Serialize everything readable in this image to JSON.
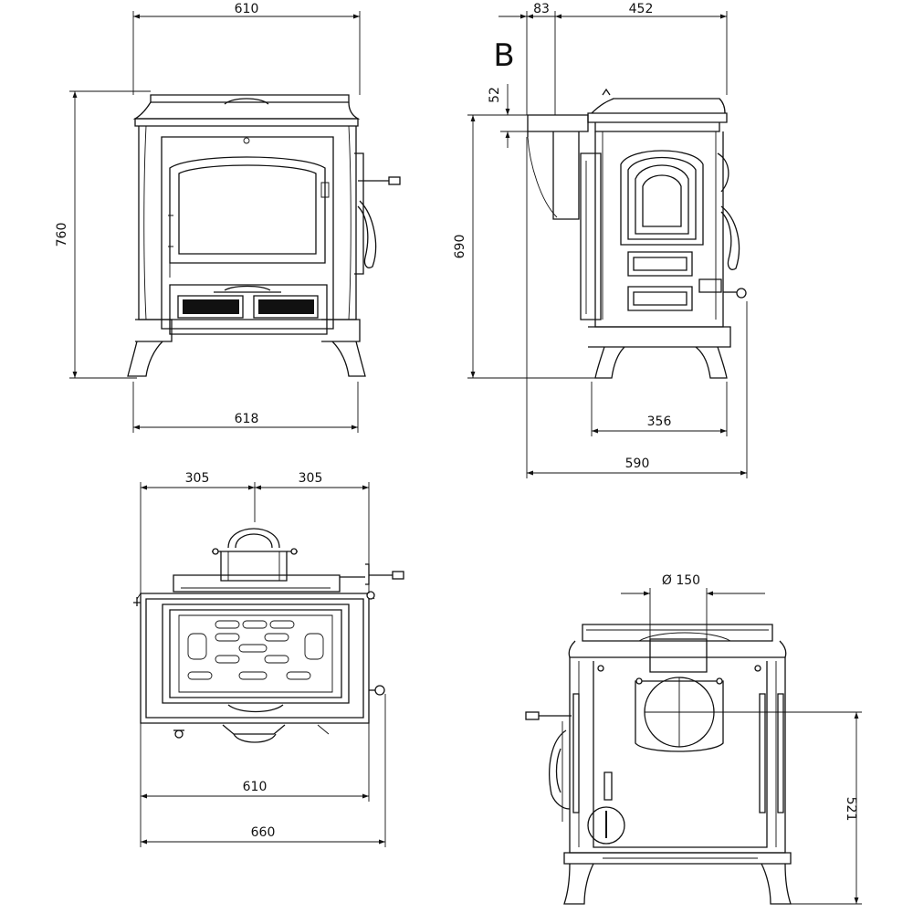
{
  "views": {
    "front": {
      "dim_top": "610",
      "dim_height": "760",
      "dim_bottom": "618"
    },
    "side": {
      "marker": "B",
      "dim_offset": "83",
      "dim_depth": "452",
      "dim_collar": "52",
      "dim_height": "690",
      "dim_base": "356",
      "dim_total": "590"
    },
    "top": {
      "dim_half_left": "305",
      "dim_half_right": "305",
      "dim_width": "610",
      "dim_total": "660"
    },
    "rear": {
      "dim_diameter": "Ø 150",
      "dim_outlet_height": "521"
    }
  },
  "colors": {
    "line": "#111111",
    "background": "#ffffff"
  }
}
